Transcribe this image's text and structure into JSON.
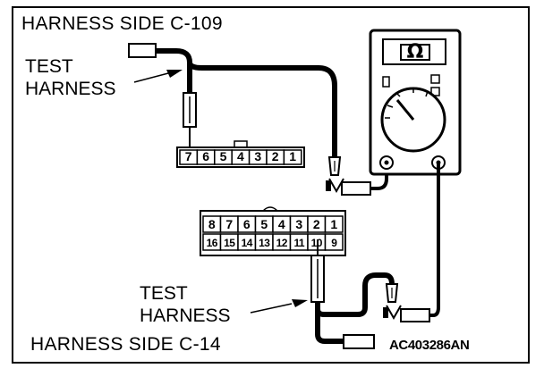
{
  "labels": {
    "harness_side_top": "HARNESS SIDE C-109",
    "harness_side_bottom": "HARNESS SIDE C-14",
    "test_harness_top": "TEST\nHARNESS",
    "test_harness_bottom": "TEST\nHARNESS",
    "figure_code": "AC403286AN"
  },
  "meter": {
    "symbol": "Ω"
  },
  "connector_c109": {
    "pins": [
      "7",
      "6",
      "5",
      "4",
      "3",
      "2",
      "1"
    ]
  },
  "connector_c14": {
    "top_row": [
      "8",
      "7",
      "6",
      "5",
      "4",
      "3",
      "2",
      "1"
    ],
    "bottom_row": [
      "16",
      "15",
      "14",
      "13",
      "12",
      "11",
      "10",
      "9"
    ]
  }
}
